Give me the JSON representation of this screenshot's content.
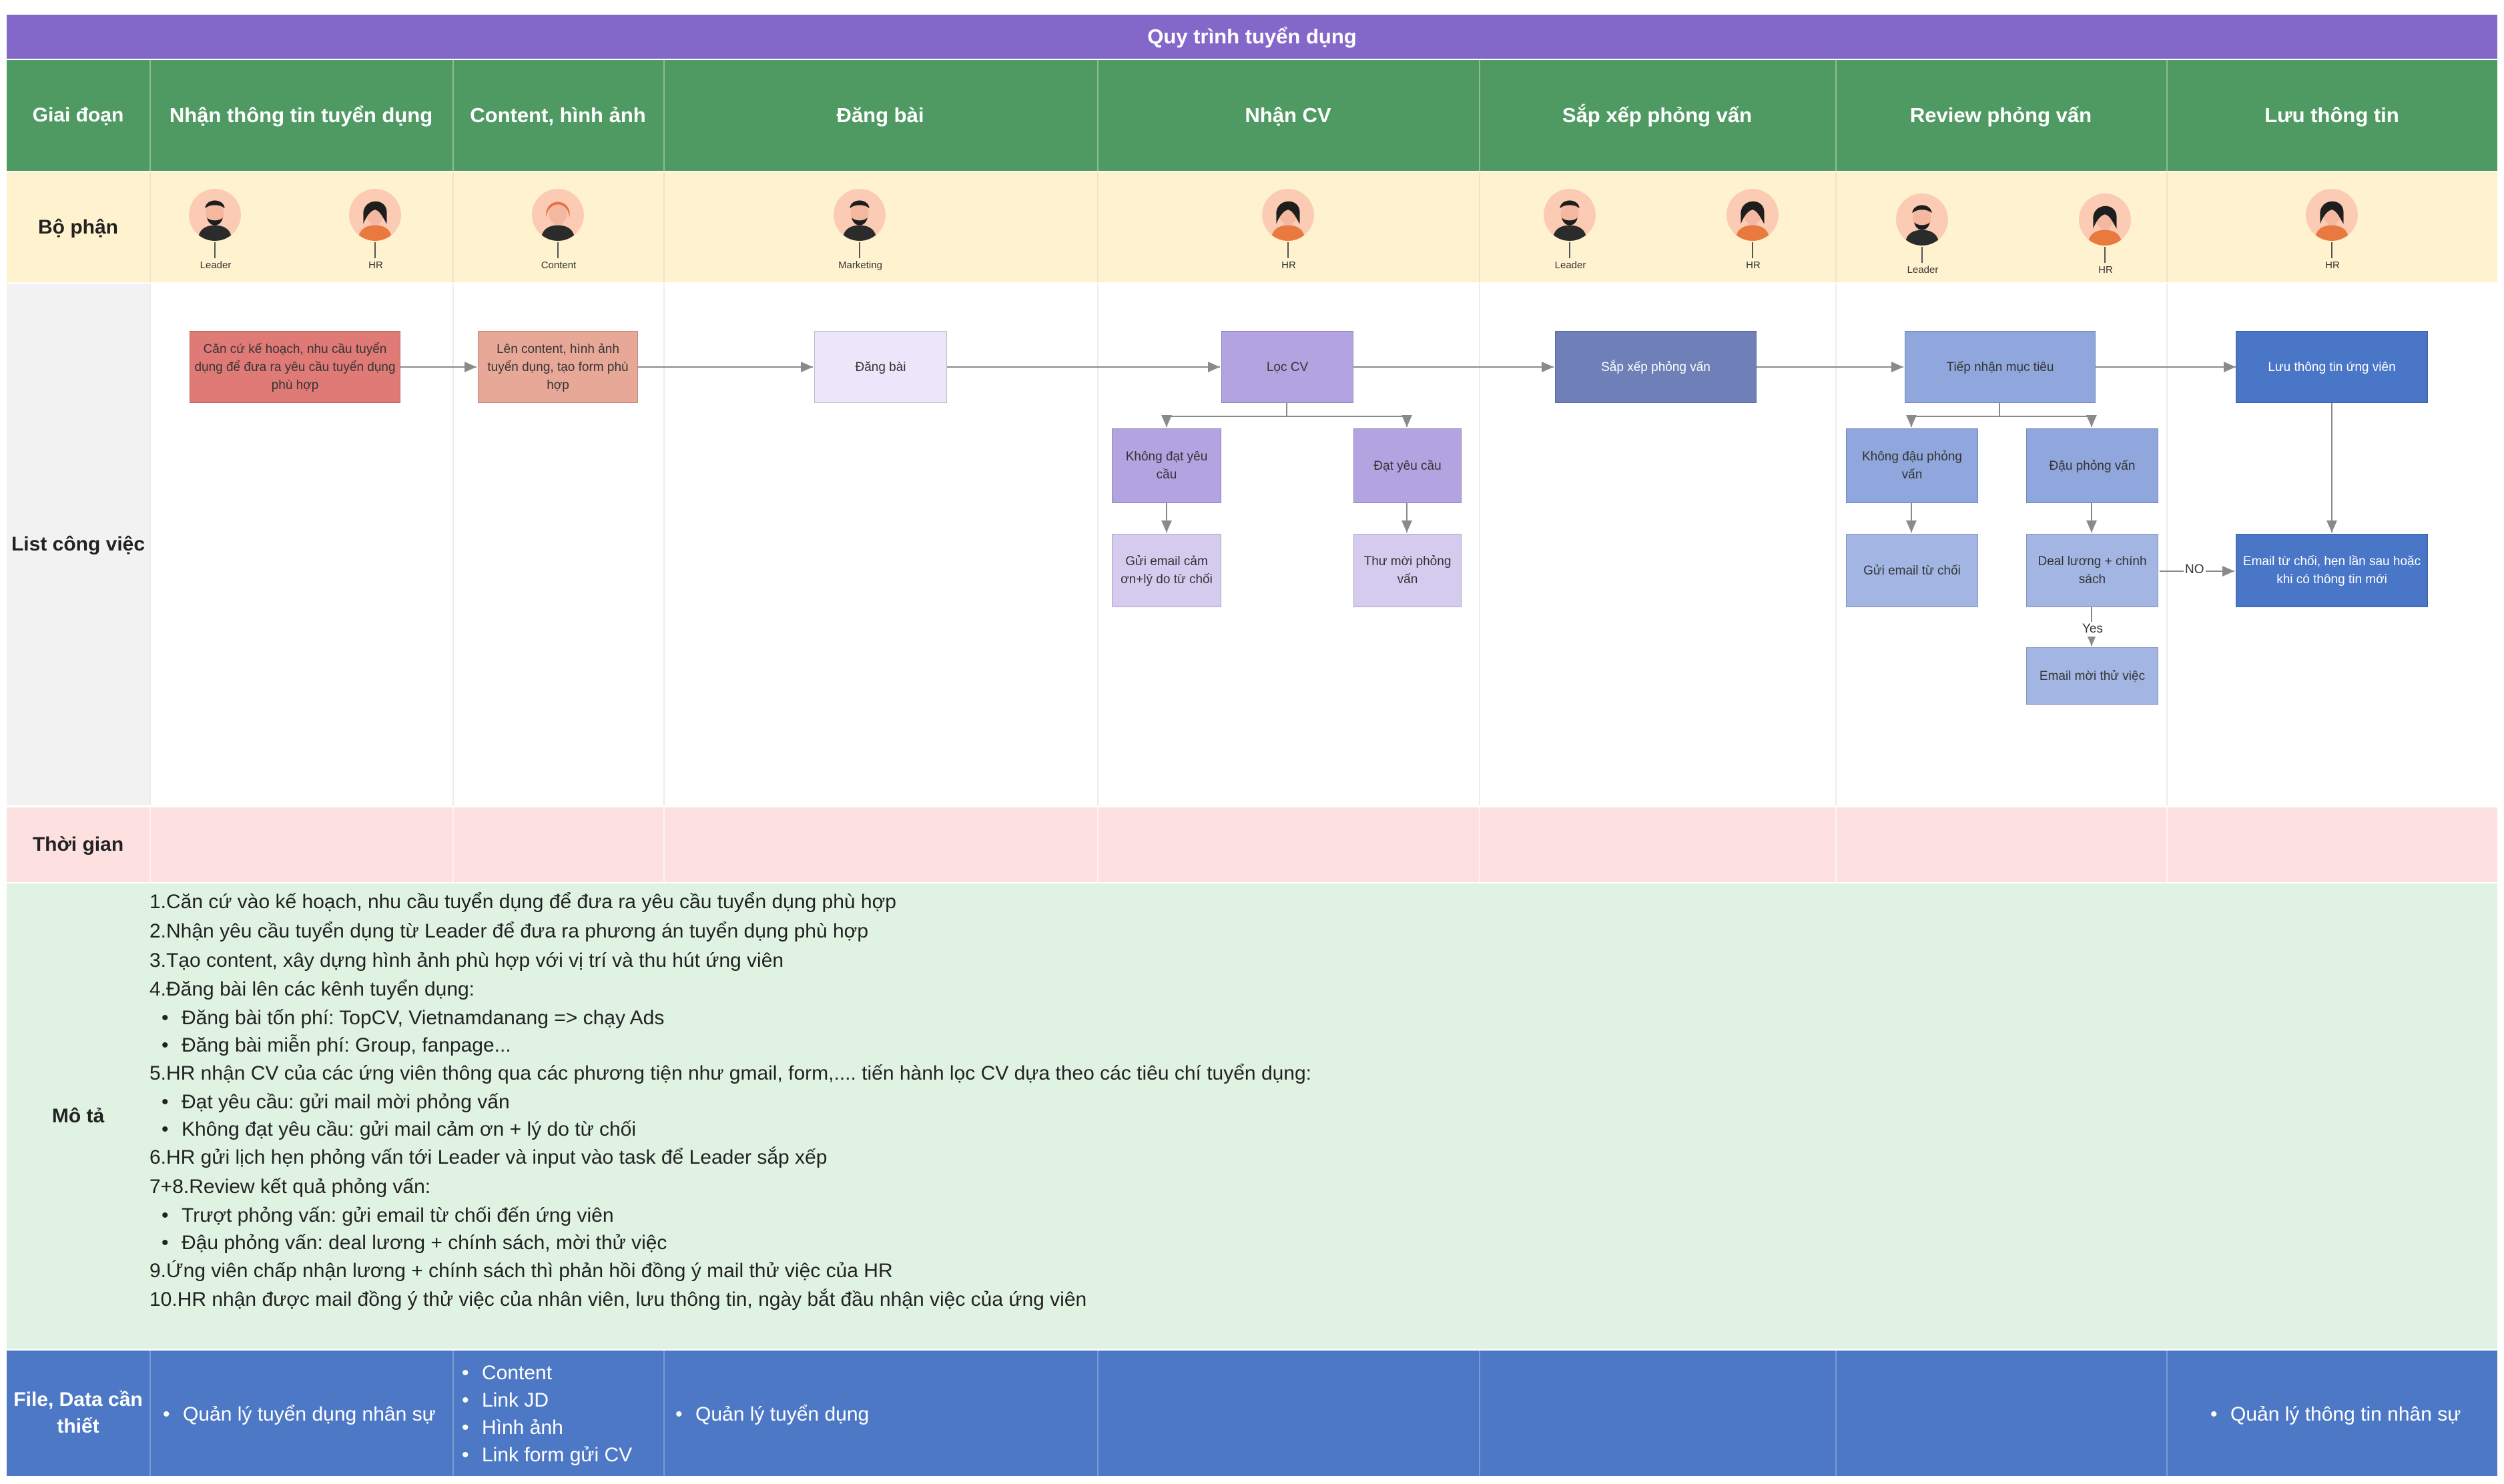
{
  "title": "Quy trình tuyển dụng",
  "row_labels": {
    "stage": "Giai đoạn",
    "department": "Bộ phận",
    "tasks": "List công việc",
    "time": "Thời gian",
    "description": "Mô tả",
    "files": "File, Data cần thiết"
  },
  "stages": [
    "Nhận thông tin tuyển dụng",
    "Content, hình ảnh",
    "Đăng bài",
    "Nhận CV",
    "Sắp xếp phỏng vấn",
    "Review phỏng vấn",
    "Lưu thông tin"
  ],
  "people": [
    {
      "role": "Leader",
      "icon": "leader-avatar-icon"
    },
    {
      "role": "HR",
      "icon": "hr-avatar-icon"
    },
    {
      "role": "Content",
      "icon": "content-avatar-icon"
    },
    {
      "role": "Marketing",
      "icon": "marketing-avatar-icon"
    },
    {
      "role": "HR",
      "icon": "hr-avatar-icon"
    },
    {
      "role": "Leader",
      "icon": "leader-avatar-icon"
    },
    {
      "role": "HR",
      "icon": "hr-avatar-icon"
    },
    {
      "role": "Leader",
      "icon": "leader-avatar-icon"
    },
    {
      "role": "HR",
      "icon": "hr-avatar-icon"
    },
    {
      "role": "HR",
      "icon": "hr-avatar-icon"
    }
  ],
  "tasks": {
    "can_cu": "Căn cứ kế hoạch, nhu cầu tuyển dụng để đưa ra yêu cầu tuyển dụng phù  hợp",
    "len_content": "Lên content, hình ảnh tuyển dụng, tạo form phù hợp",
    "dang_bai": "Đăng bài",
    "loc_cv": "Lọc CV",
    "khong_dat": "Không đạt yêu cầu",
    "dat_yeu_cau": "Đạt yêu cầu",
    "gui_email_cam_on": "Gửi email cảm ơn+lý do từ chối",
    "thu_moi": "Thư mời phỏng vấn",
    "sap_xep": "Sắp xếp phỏng vấn",
    "tiep_nhan": "Tiếp nhận mục tiêu",
    "khong_dau": "Không đậu phỏng vấn",
    "dau_pv": "Đậu phỏng vấn",
    "gui_email_tu_choi": "Gửi email từ chối",
    "deal_luong": "Deal lương + chính sách",
    "email_moi": "Email mời thử việc",
    "luu_thong_tin": "Lưu thông tin ứng viên",
    "email_tu_choi_hen": "Email từ chối, hẹn lần sau hoặc khi có thông tin mới"
  },
  "edge_labels": {
    "no": "NO",
    "yes": "Yes"
  },
  "colors": {
    "title": "#8468c9",
    "stage": "#4e9a62",
    "department": "#fff2cf",
    "time": "#fde1e1",
    "description": "#e0f3e3",
    "files": "#4d78c6",
    "task_red": "#e07a76",
    "task_salmon": "#e8a898",
    "task_lavender_light": "#ece6fb",
    "task_purple": "#b3a3e0",
    "task_purple_light": "#d4cbef",
    "task_slate": "#6f80b8",
    "task_blue_light": "#8fa7dc",
    "task_blue_pale": "#a2b5e3",
    "task_blue": "#4a76c8"
  },
  "description": [
    {
      "text": "1.Căn cứ vào kế hoạch, nhu cầu tuyển dụng để đưa ra yêu cầu tuyển dụng phù hợp",
      "sub": false
    },
    {
      "text": "2.Nhận yêu cầu tuyển dụng từ Leader để đưa ra phương án tuyển dụng phù hợp",
      "sub": false
    },
    {
      "text": "3.Tạo content, xây dựng hình ảnh phù hợp với vị trí và thu hút ứng viên",
      "sub": false
    },
    {
      "text": "4.Đăng bài lên các kênh tuyển dụng:",
      "sub": false
    },
    {
      "text": "Đăng bài tốn phí: TopCV, Vietnamdanang => chạy Ads",
      "sub": true
    },
    {
      "text": "Đăng bài miễn phí: Group, fanpage...",
      "sub": true
    },
    {
      "text": "5.HR nhận CV của các ứng viên thông qua các phương tiện như gmail, form,.... tiến hành lọc CV dựa theo các tiêu chí tuyển dụng:",
      "sub": false
    },
    {
      "text": "Đạt yêu cầu: gửi mail mời phỏng vấn",
      "sub": true
    },
    {
      "text": "Không đạt yêu cầu: gửi mail cảm ơn + lý do từ chối",
      "sub": true
    },
    {
      "text": "6.HR gửi lịch hẹn phỏng vấn tới Leader và input vào task để Leader sắp xếp",
      "sub": false
    },
    {
      "text": "7+8.Review kết quả phỏng vấn:",
      "sub": false
    },
    {
      "text": "Trượt phỏng vấn: gửi email từ chối đến ứng viên",
      "sub": true
    },
    {
      "text": "Đậu phỏng vấn: deal lương + chính sách, mời thử việc",
      "sub": true
    },
    {
      "text": "9.Ứng viên chấp nhận lương + chính sách thì phản hồi đồng ý mail thử việc của HR",
      "sub": false
    },
    {
      "text": "10.HR nhận được mail đồng ý thử việc của nhân viên, lưu thông tin, ngày bắt đầu nhận việc của ứng viên",
      "sub": false
    }
  ],
  "files": {
    "col1": [
      "Quản lý tuyển dụng nhân sự"
    ],
    "col2": [
      "Content",
      "Link JD",
      "Hình ảnh",
      "Link form gửi CV"
    ],
    "col3": [
      "Quản lý tuyển dụng"
    ],
    "col7": [
      "Quản lý thông tin nhân sự"
    ]
  }
}
